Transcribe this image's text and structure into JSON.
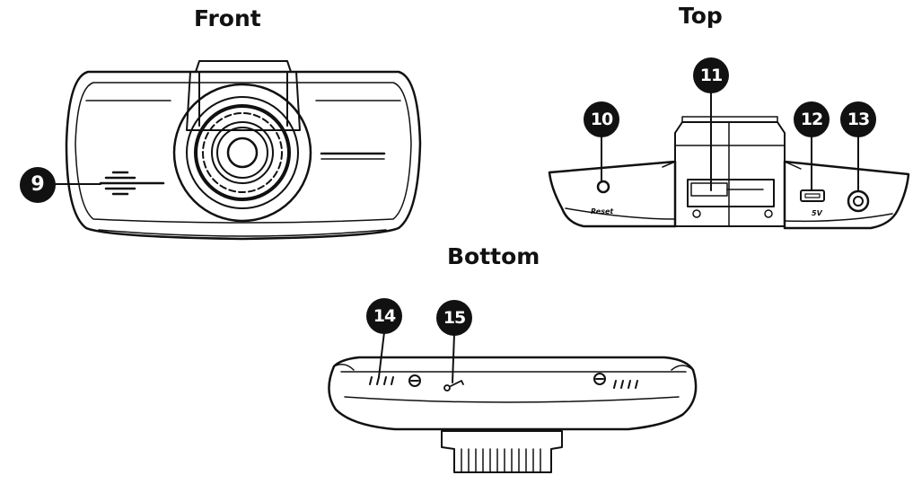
{
  "headings": {
    "front": "Front",
    "top": "Top",
    "bottom": "Bottom"
  },
  "callouts": [
    "9",
    "10",
    "11",
    "12",
    "13",
    "14",
    "15"
  ],
  "port_labels": {
    "reset": "Reset",
    "power": "5V"
  },
  "colors": {
    "stroke": "#111111",
    "fill": "#ffffff",
    "badge": "#111111"
  }
}
